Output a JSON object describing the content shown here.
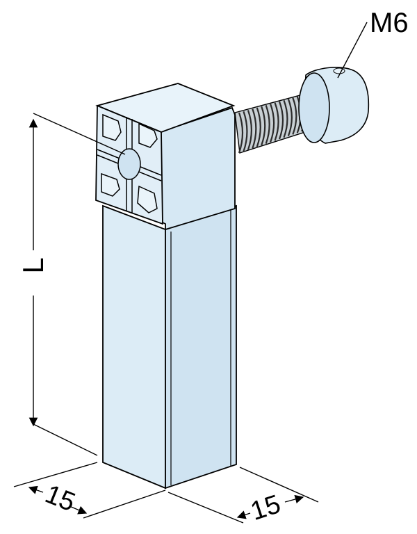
{
  "drawing": {
    "thread_callout": "M6",
    "length_label": "L",
    "width_label": "15",
    "depth_label": "15"
  },
  "colors": {
    "body_front": "#dcecf6",
    "body_side": "#cfe3f1",
    "body_top": "#e8f3fa",
    "thread": "#9aa4aa",
    "outline": "#000000",
    "background": "#ffffff"
  }
}
